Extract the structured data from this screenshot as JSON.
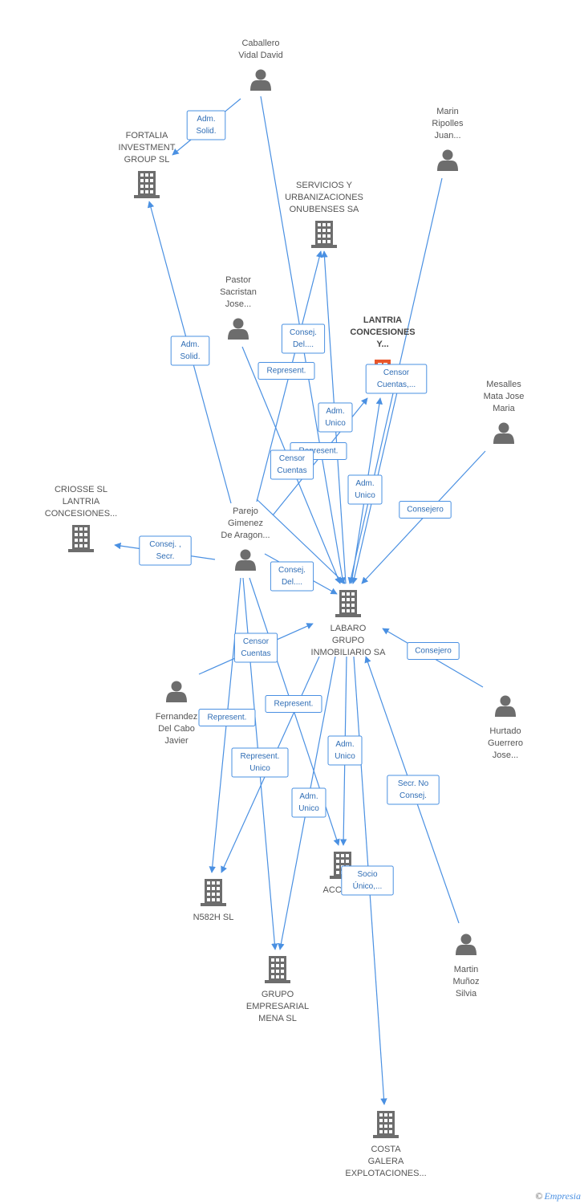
{
  "colors": {
    "edge": "#4a90e2",
    "icon": "#6d6d6d",
    "focus": "#e8562a",
    "label": "#555555"
  },
  "footer": {
    "copyright": "©",
    "brand": "Empresia"
  },
  "nodes": [
    {
      "id": "caballero",
      "kind": "person",
      "icon": "person-icon",
      "lines": [
        "Caballero",
        "Vidal David"
      ]
    },
    {
      "id": "fortalia",
      "kind": "company",
      "icon": "building-icon",
      "lines": [
        "FORTALIA",
        "INVESTMENT",
        "GROUP SL"
      ]
    },
    {
      "id": "marin_ripolles",
      "kind": "person",
      "icon": "person-icon",
      "lines": [
        "Marin",
        "Ripolles",
        "Juan..."
      ]
    },
    {
      "id": "servicios",
      "kind": "company",
      "icon": "building-icon",
      "lines": [
        "SERVICIOS Y",
        "URBANIZACIONES",
        "ONUBENSES SA"
      ]
    },
    {
      "id": "pastor",
      "kind": "person",
      "icon": "person-icon",
      "lines": [
        "Pastor",
        "Sacristan",
        "Jose..."
      ]
    },
    {
      "id": "lantria",
      "kind": "focus",
      "icon": "building-icon",
      "lines": [
        "LANTRIA",
        "CONCESIONES",
        "Y..."
      ]
    },
    {
      "id": "mesalles",
      "kind": "person",
      "icon": "person-icon",
      "lines": [
        "Mesalles",
        "Mata Jose",
        "Maria"
      ]
    },
    {
      "id": "criosse",
      "kind": "company",
      "icon": "building-icon",
      "lines": [
        "CRIOSSE SL",
        "LANTRIA",
        "CONCESIONES..."
      ]
    },
    {
      "id": "parejo",
      "kind": "person",
      "icon": "person-icon",
      "lines": [
        "Parejo",
        "Gimenez",
        "De Aragon..."
      ]
    },
    {
      "id": "labaro",
      "kind": "company",
      "icon": "building-icon",
      "lines": [
        "LABARO",
        "GRUPO",
        "INMOBILIARIO SA"
      ]
    },
    {
      "id": "fernandez",
      "kind": "person",
      "icon": "person-icon",
      "lines": [
        "Fernandez",
        "Del Cabo",
        "Javier"
      ]
    },
    {
      "id": "hurtado",
      "kind": "person",
      "icon": "person-icon",
      "lines": [
        "Hurtado",
        "Guerrero",
        "Jose..."
      ]
    },
    {
      "id": "accila",
      "kind": "company",
      "icon": "building-icon",
      "lines": [
        "ACCILA..."
      ]
    },
    {
      "id": "n582h",
      "kind": "company",
      "icon": "building-icon",
      "lines": [
        "N582H SL"
      ]
    },
    {
      "id": "martin_munoz",
      "kind": "person",
      "icon": "person-icon",
      "lines": [
        "Martin",
        "Muñoz",
        "Silvia"
      ]
    },
    {
      "id": "grupo_mena",
      "kind": "company",
      "icon": "building-icon",
      "lines": [
        "GRUPO",
        "EMPRESARIAL",
        "MENA SL"
      ]
    },
    {
      "id": "costa_galera",
      "kind": "company",
      "icon": "building-icon",
      "lines": [
        "COSTA",
        "GALERA",
        "EXPLOTACIONES..."
      ]
    }
  ],
  "edges": [
    {
      "id": "e1",
      "from": "caballero",
      "to": "fortalia",
      "label": [
        "Adm.",
        "Solid."
      ]
    },
    {
      "id": "e2",
      "from": "caballero",
      "to": "labaro",
      "label": []
    },
    {
      "id": "e3",
      "from": "marin_ripolles",
      "to": "labaro",
      "label": []
    },
    {
      "id": "e4",
      "from": "parejo",
      "to": "fortalia",
      "label": [
        "Adm.",
        "Solid."
      ]
    },
    {
      "id": "e5",
      "from": "parejo",
      "to": "servicios",
      "label": [
        "Consej.",
        "Del...."
      ]
    },
    {
      "id": "e6",
      "from": "pastor",
      "to": "labaro",
      "label": [
        "Represent."
      ]
    },
    {
      "id": "e7",
      "from": "parejo",
      "to": "lantria",
      "label": [
        "Represent."
      ]
    },
    {
      "id": "e8",
      "from": "labaro",
      "to": "servicios",
      "label": [
        "Adm.",
        "Unico"
      ]
    },
    {
      "id": "e9",
      "from": "labaro",
      "to": "lantria",
      "label": [
        "Adm.",
        "Unico"
      ]
    },
    {
      "id": "e10",
      "from": "lantria",
      "to": "labaro",
      "label": [
        "Censor",
        "Cuentas,..."
      ]
    },
    {
      "id": "e11",
      "from": "mesalles",
      "to": "labaro",
      "label": [
        "Consejero"
      ]
    },
    {
      "id": "e12",
      "from": "parejo",
      "to": "criosse",
      "label": [
        "Consej. ,",
        "Secr."
      ]
    },
    {
      "id": "e13",
      "from": "parejo",
      "to": "labaro",
      "label": [
        "Censor",
        "Cuentas"
      ]
    },
    {
      "id": "e14",
      "from": "parejo",
      "to": "labaro",
      "label": [
        "Consej.",
        "Del...."
      ]
    },
    {
      "id": "e15",
      "from": "hurtado",
      "to": "labaro",
      "label": [
        "Consejero"
      ]
    },
    {
      "id": "e16",
      "from": "fernandez",
      "to": "labaro",
      "label": [
        "Censor",
        "Cuentas"
      ]
    },
    {
      "id": "e17",
      "from": "parejo",
      "to": "n582h",
      "label": [
        "Represent."
      ]
    },
    {
      "id": "e18",
      "from": "labaro",
      "to": "n582h",
      "label": [
        "Represent."
      ]
    },
    {
      "id": "e19",
      "from": "parejo",
      "to": "grupo_mena",
      "label": [
        "Represent.",
        "Unico"
      ]
    },
    {
      "id": "e20",
      "from": "labaro",
      "to": "accila",
      "label": [
        "Adm.",
        "Unico"
      ]
    },
    {
      "id": "e21",
      "from": "labaro",
      "to": "grupo_mena",
      "label": [
        "Adm.",
        "Unico"
      ]
    },
    {
      "id": "e22",
      "from": "martin_munoz",
      "to": "labaro",
      "label": [
        "Secr.  No",
        "Consej."
      ]
    },
    {
      "id": "e23",
      "from": "labaro",
      "to": "costa_galera",
      "label": [
        "Socio",
        "Único,..."
      ]
    },
    {
      "id": "e24",
      "from": "parejo",
      "to": "accila",
      "label": []
    }
  ]
}
